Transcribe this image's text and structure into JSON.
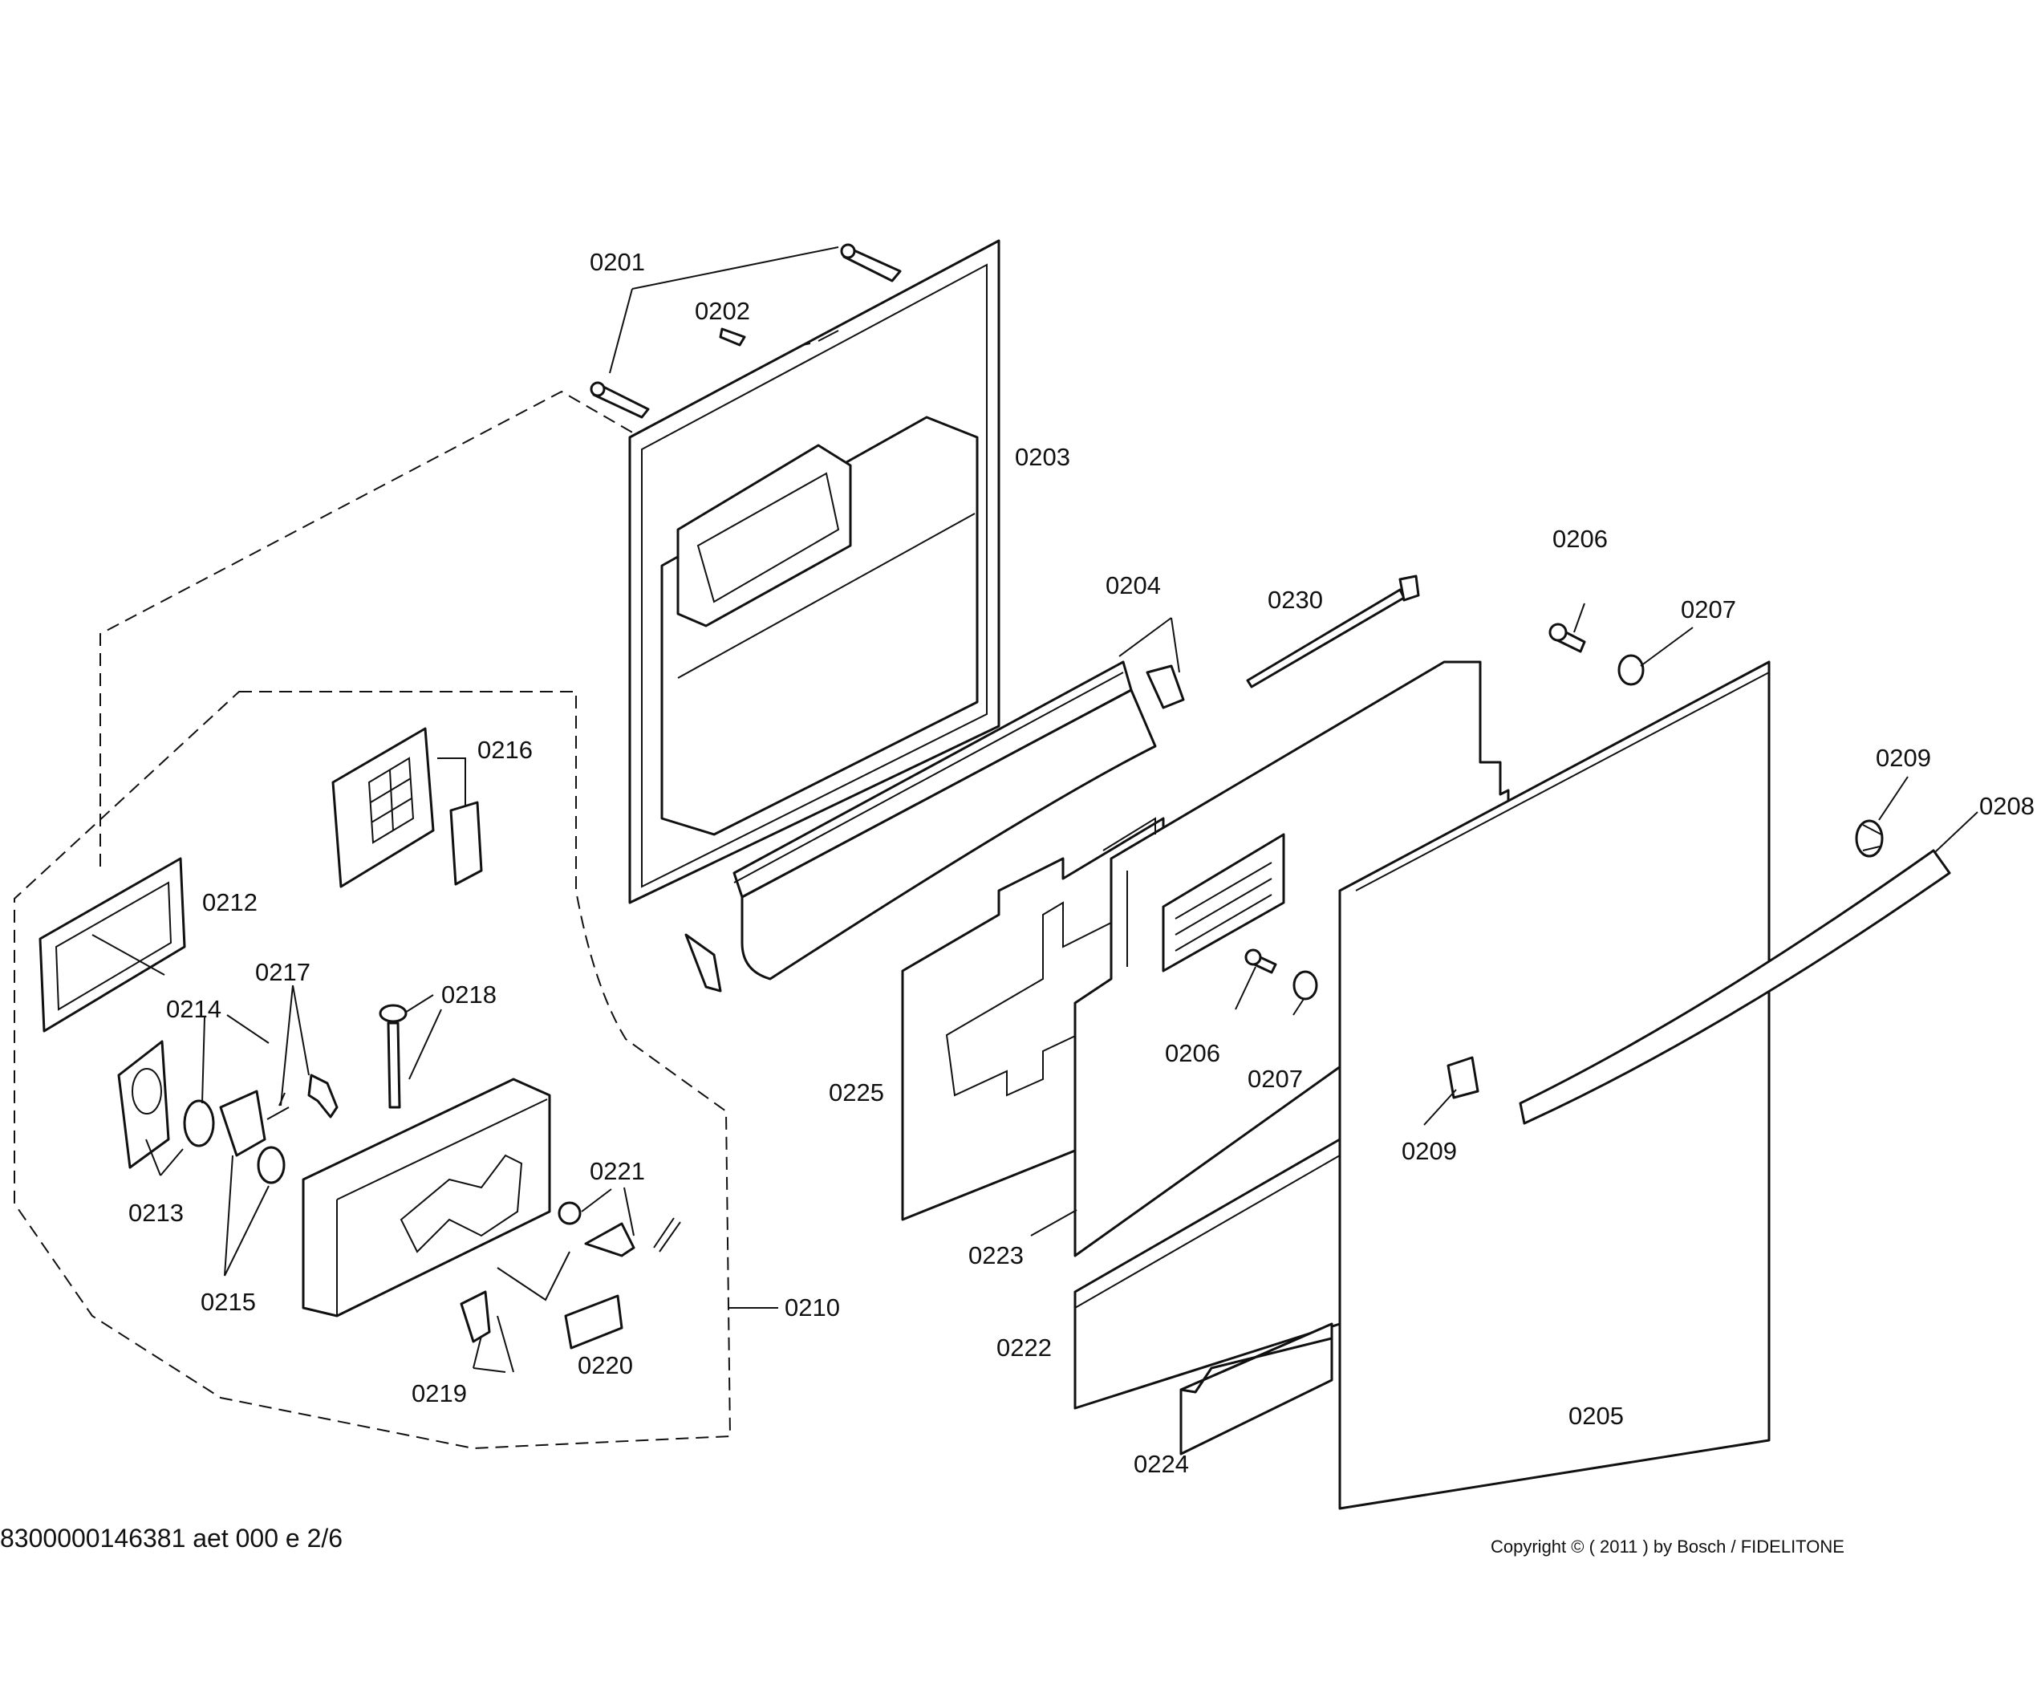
{
  "labels": {
    "p0201": "0201",
    "p0202": "0202",
    "p0203": "0203",
    "p0204": "0204",
    "p0205": "0205",
    "p0206a": "0206",
    "p0206b": "0206",
    "p0207a": "0207",
    "p0207b": "0207",
    "p0208": "0208",
    "p0209a": "0209",
    "p0209b": "0209",
    "p0210": "0210",
    "p0212": "0212",
    "p0213": "0213",
    "p0214": "0214",
    "p0215": "0215",
    "p0216": "0216",
    "p0217": "0217",
    "p0218": "0218",
    "p0219": "0219",
    "p0220": "0220",
    "p0221": "0221",
    "p0222": "0222",
    "p0223": "0223",
    "p0224": "0224",
    "p0225": "0225",
    "p0230": "0230"
  },
  "footer": {
    "drawing_id": "8300000146381 aet 000 e 2/6",
    "copyright": "Copyright © ( 2011 ) by Bosch  / FIDELITONE"
  }
}
